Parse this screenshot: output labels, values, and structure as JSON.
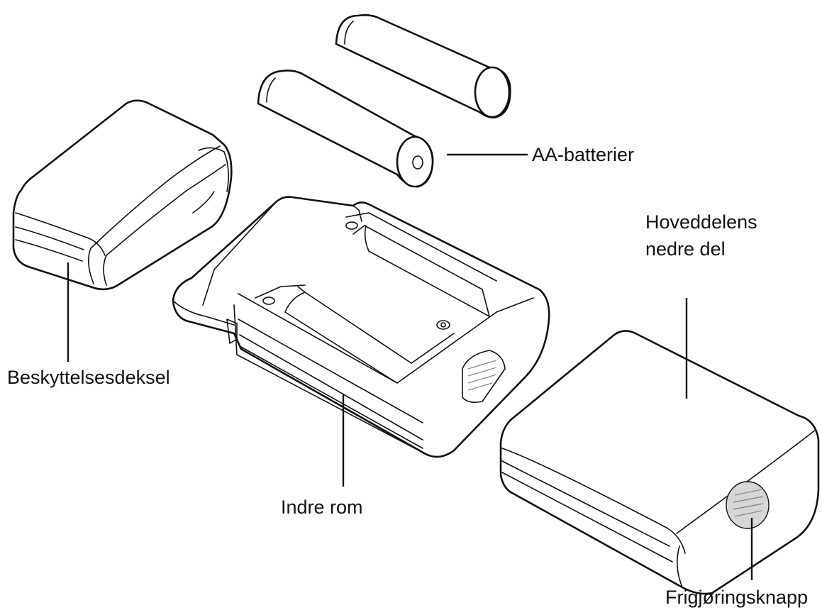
{
  "diagram": {
    "labels": {
      "batteries": "AA-batterier",
      "main_body_lower_line1": "Hoveddelens",
      "main_body_lower_line2": "nedre del",
      "protective_cover": "Beskyttelsesdeksel",
      "inner_compartment": "Indre rom",
      "release_button": "Frigjøringsknapp"
    }
  }
}
